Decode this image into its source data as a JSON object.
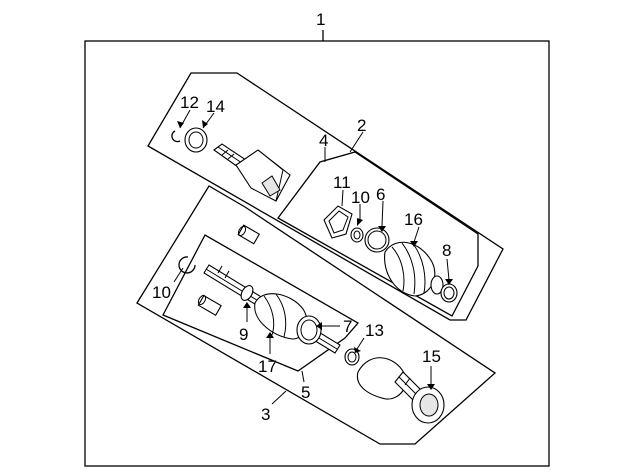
{
  "diagram": {
    "callouts": [
      {
        "id": "1",
        "label": "1"
      },
      {
        "id": "2",
        "label": "2"
      },
      {
        "id": "3",
        "label": "3"
      },
      {
        "id": "4",
        "label": "4"
      },
      {
        "id": "5",
        "label": "5"
      },
      {
        "id": "6",
        "label": "6"
      },
      {
        "id": "7",
        "label": "7"
      },
      {
        "id": "8",
        "label": "8"
      },
      {
        "id": "9",
        "label": "9"
      },
      {
        "id": "10a",
        "label": "10"
      },
      {
        "id": "10b",
        "label": "10"
      },
      {
        "id": "11",
        "label": "11"
      },
      {
        "id": "12",
        "label": "12"
      },
      {
        "id": "13",
        "label": "13"
      },
      {
        "id": "14",
        "label": "14"
      },
      {
        "id": "15",
        "label": "15"
      },
      {
        "id": "16",
        "label": "16"
      },
      {
        "id": "17",
        "label": "17"
      }
    ]
  }
}
